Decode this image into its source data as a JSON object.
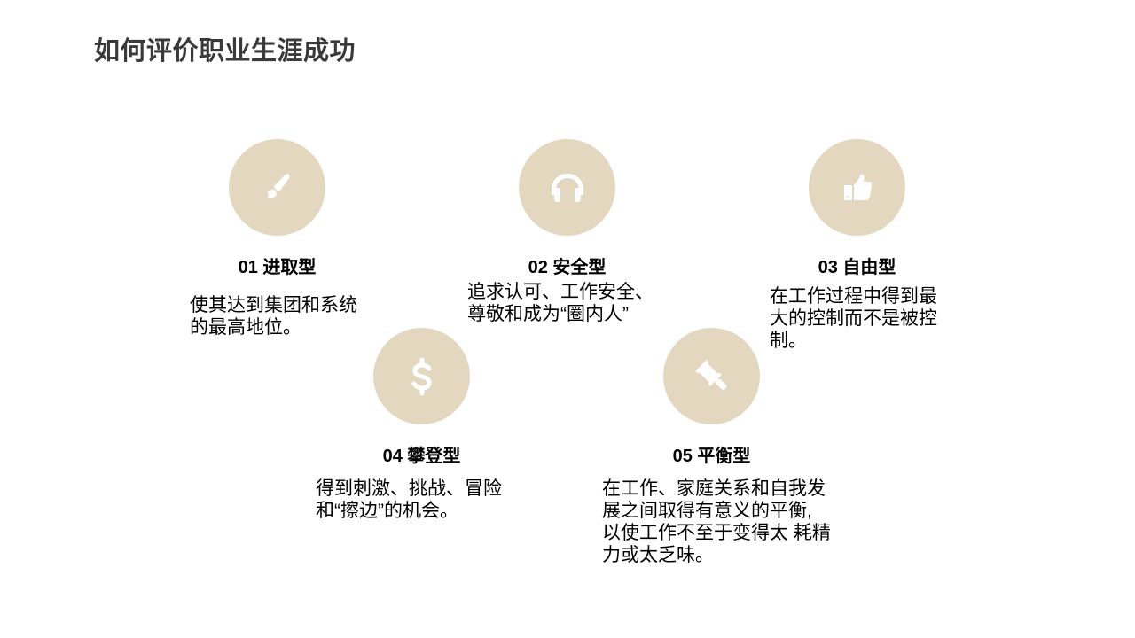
{
  "page": {
    "title": "如何评价职业生涯成功"
  },
  "theme": {
    "circle_color": "#e3d7bf",
    "icon_color": "#ffffff",
    "title_color": "#3a3a3a"
  },
  "items": [
    {
      "number": "01",
      "heading": "01 进取型",
      "icon": "paintbrush-icon",
      "description_lines": [
        "使其达到集团和系统",
        "的最高地位。"
      ]
    },
    {
      "number": "02",
      "heading": "02 安全型",
      "icon": "headphones-icon",
      "description_lines": [
        "追求认可、工作安全、",
        "尊敬和成为“圈内人”"
      ]
    },
    {
      "number": "03",
      "heading": "03 自由型",
      "icon": "thumbs-up-icon",
      "description_lines": [
        "在工作过程中得到最",
        "大的控制而不是被控",
        "制。"
      ]
    },
    {
      "number": "04",
      "heading": "04 攀登型",
      "icon": "dollar-icon",
      "description_lines": [
        "得到刺激、挑战、冒险",
        "和“擦边”的机会。"
      ]
    },
    {
      "number": "05",
      "heading": "05 平衡型",
      "icon": "gavel-icon",
      "description_lines": [
        "在工作、家庭关系和自我发",
        "展之间取得有意义的平衡,",
        "以使工作不至于变得太 耗精",
        "力或太乏味。"
      ]
    }
  ]
}
